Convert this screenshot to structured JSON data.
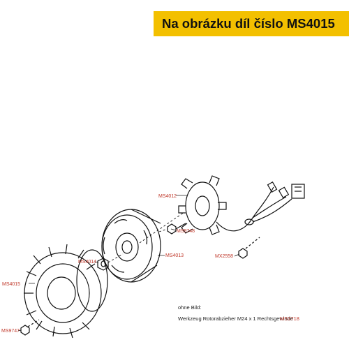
{
  "header": {
    "title": "Na obrázku díl číslo MS4015",
    "bg_color": "#f3c000"
  },
  "parts": {
    "stator": "MS4012",
    "screw_stator": "MS9748",
    "rotor": "MS4013",
    "nut": "MS4014",
    "connector_screw": "MX2558",
    "fan": "MS4015",
    "screw_fan": "MS9747"
  },
  "footnote": {
    "heading": "ohne Bild:",
    "item_text": "Werkzeug Rotorabzieher M24 x 1 Rechtsgewinde",
    "item_code": "MS3718"
  },
  "colors": {
    "label": "#c0392b",
    "drawing": "#111111"
  }
}
